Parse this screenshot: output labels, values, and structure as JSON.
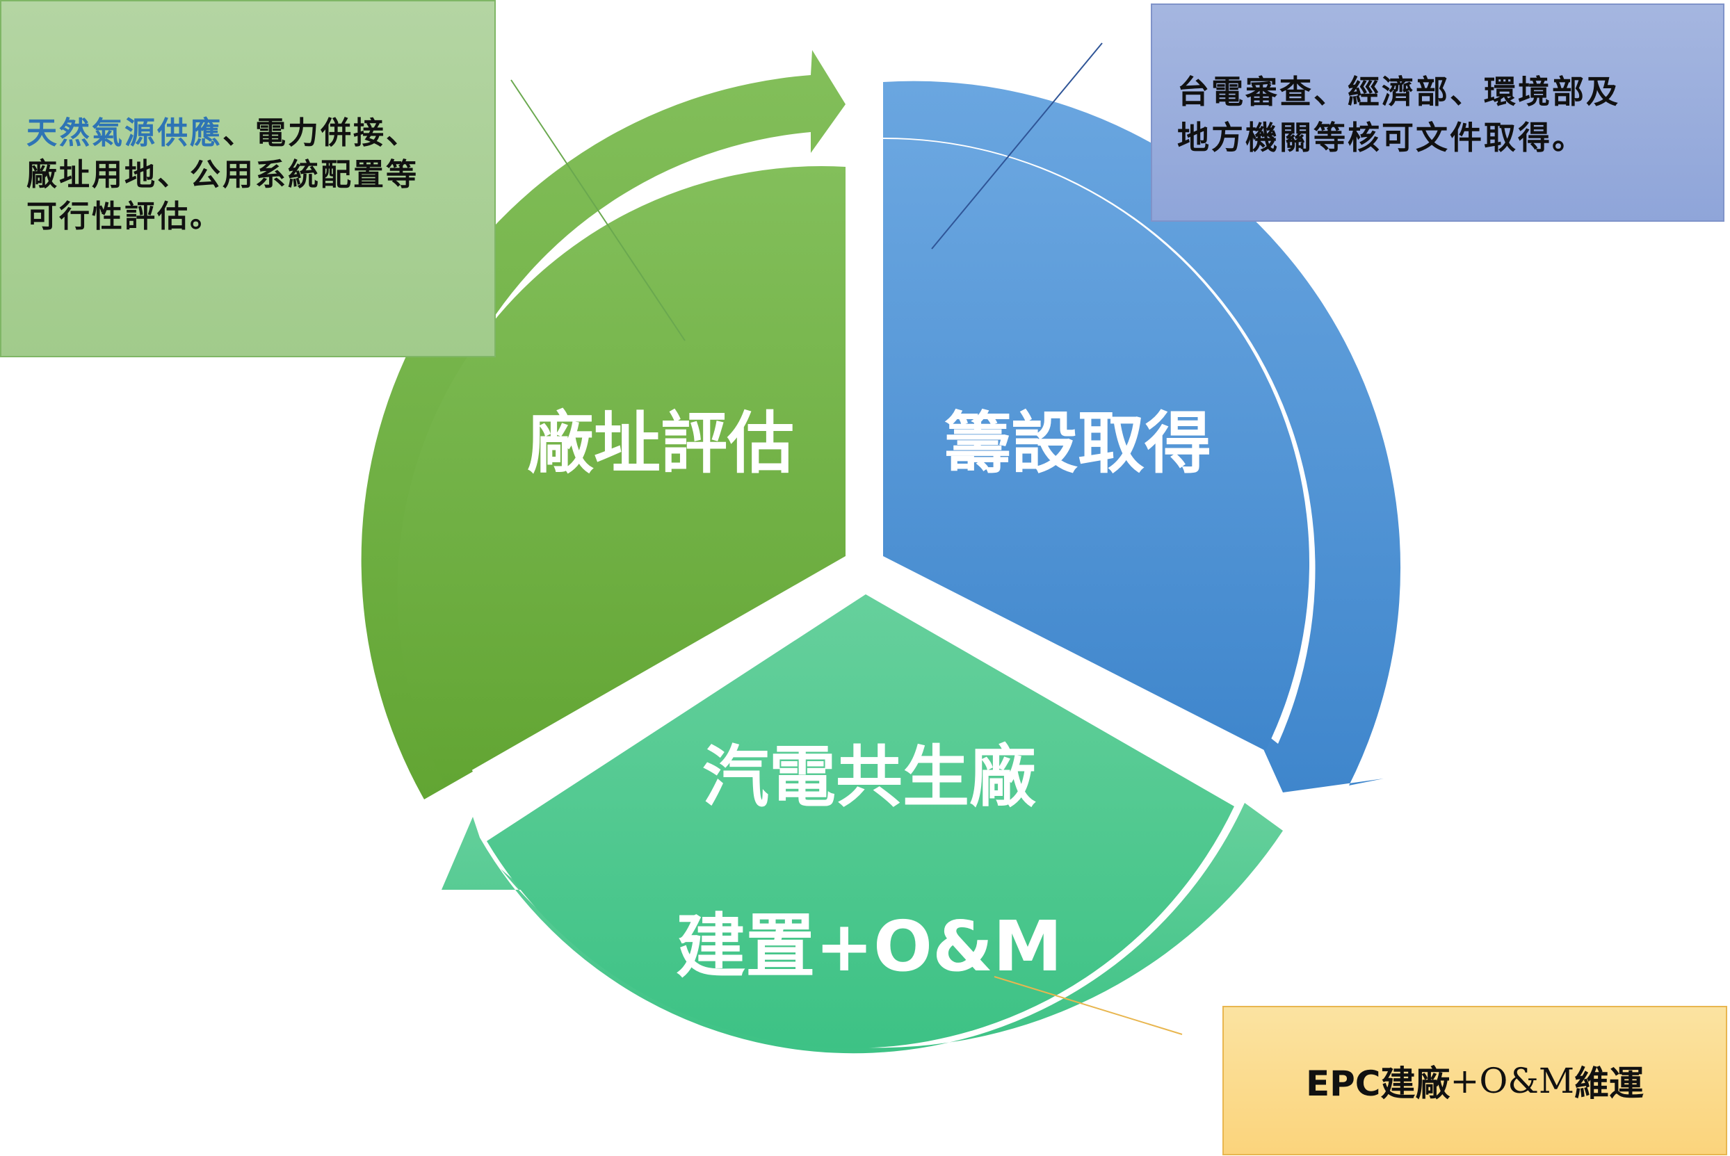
{
  "segments": {
    "site": {
      "label": "廠址評估",
      "color": "#70ad47"
    },
    "permit": {
      "label": "籌設取得",
      "color": "#5b9bd5"
    },
    "plant": {
      "label_line1": "汽電共生廠",
      "label_line2": "建置+O&M",
      "color": "#4bca8e"
    }
  },
  "callouts": {
    "green": {
      "highlight": "天然氣源供應",
      "text_rest": "、電力併接、",
      "line2": "廠址用地、公用系統配置等",
      "line3": "可行性評估。"
    },
    "blue": {
      "line1": "台電審查、經濟部、環境部及",
      "line2": "地方機關等核可文件取得。"
    },
    "yellow": {
      "prefix": "EPC建廠",
      "middle": "+O&M",
      "suffix": "維運"
    }
  },
  "colors": {
    "highlight_text": "#2e74b5",
    "green_box": "#a1cb8b",
    "blue_box": "#8fa5d9",
    "yellow_box": "#fbd47c"
  }
}
